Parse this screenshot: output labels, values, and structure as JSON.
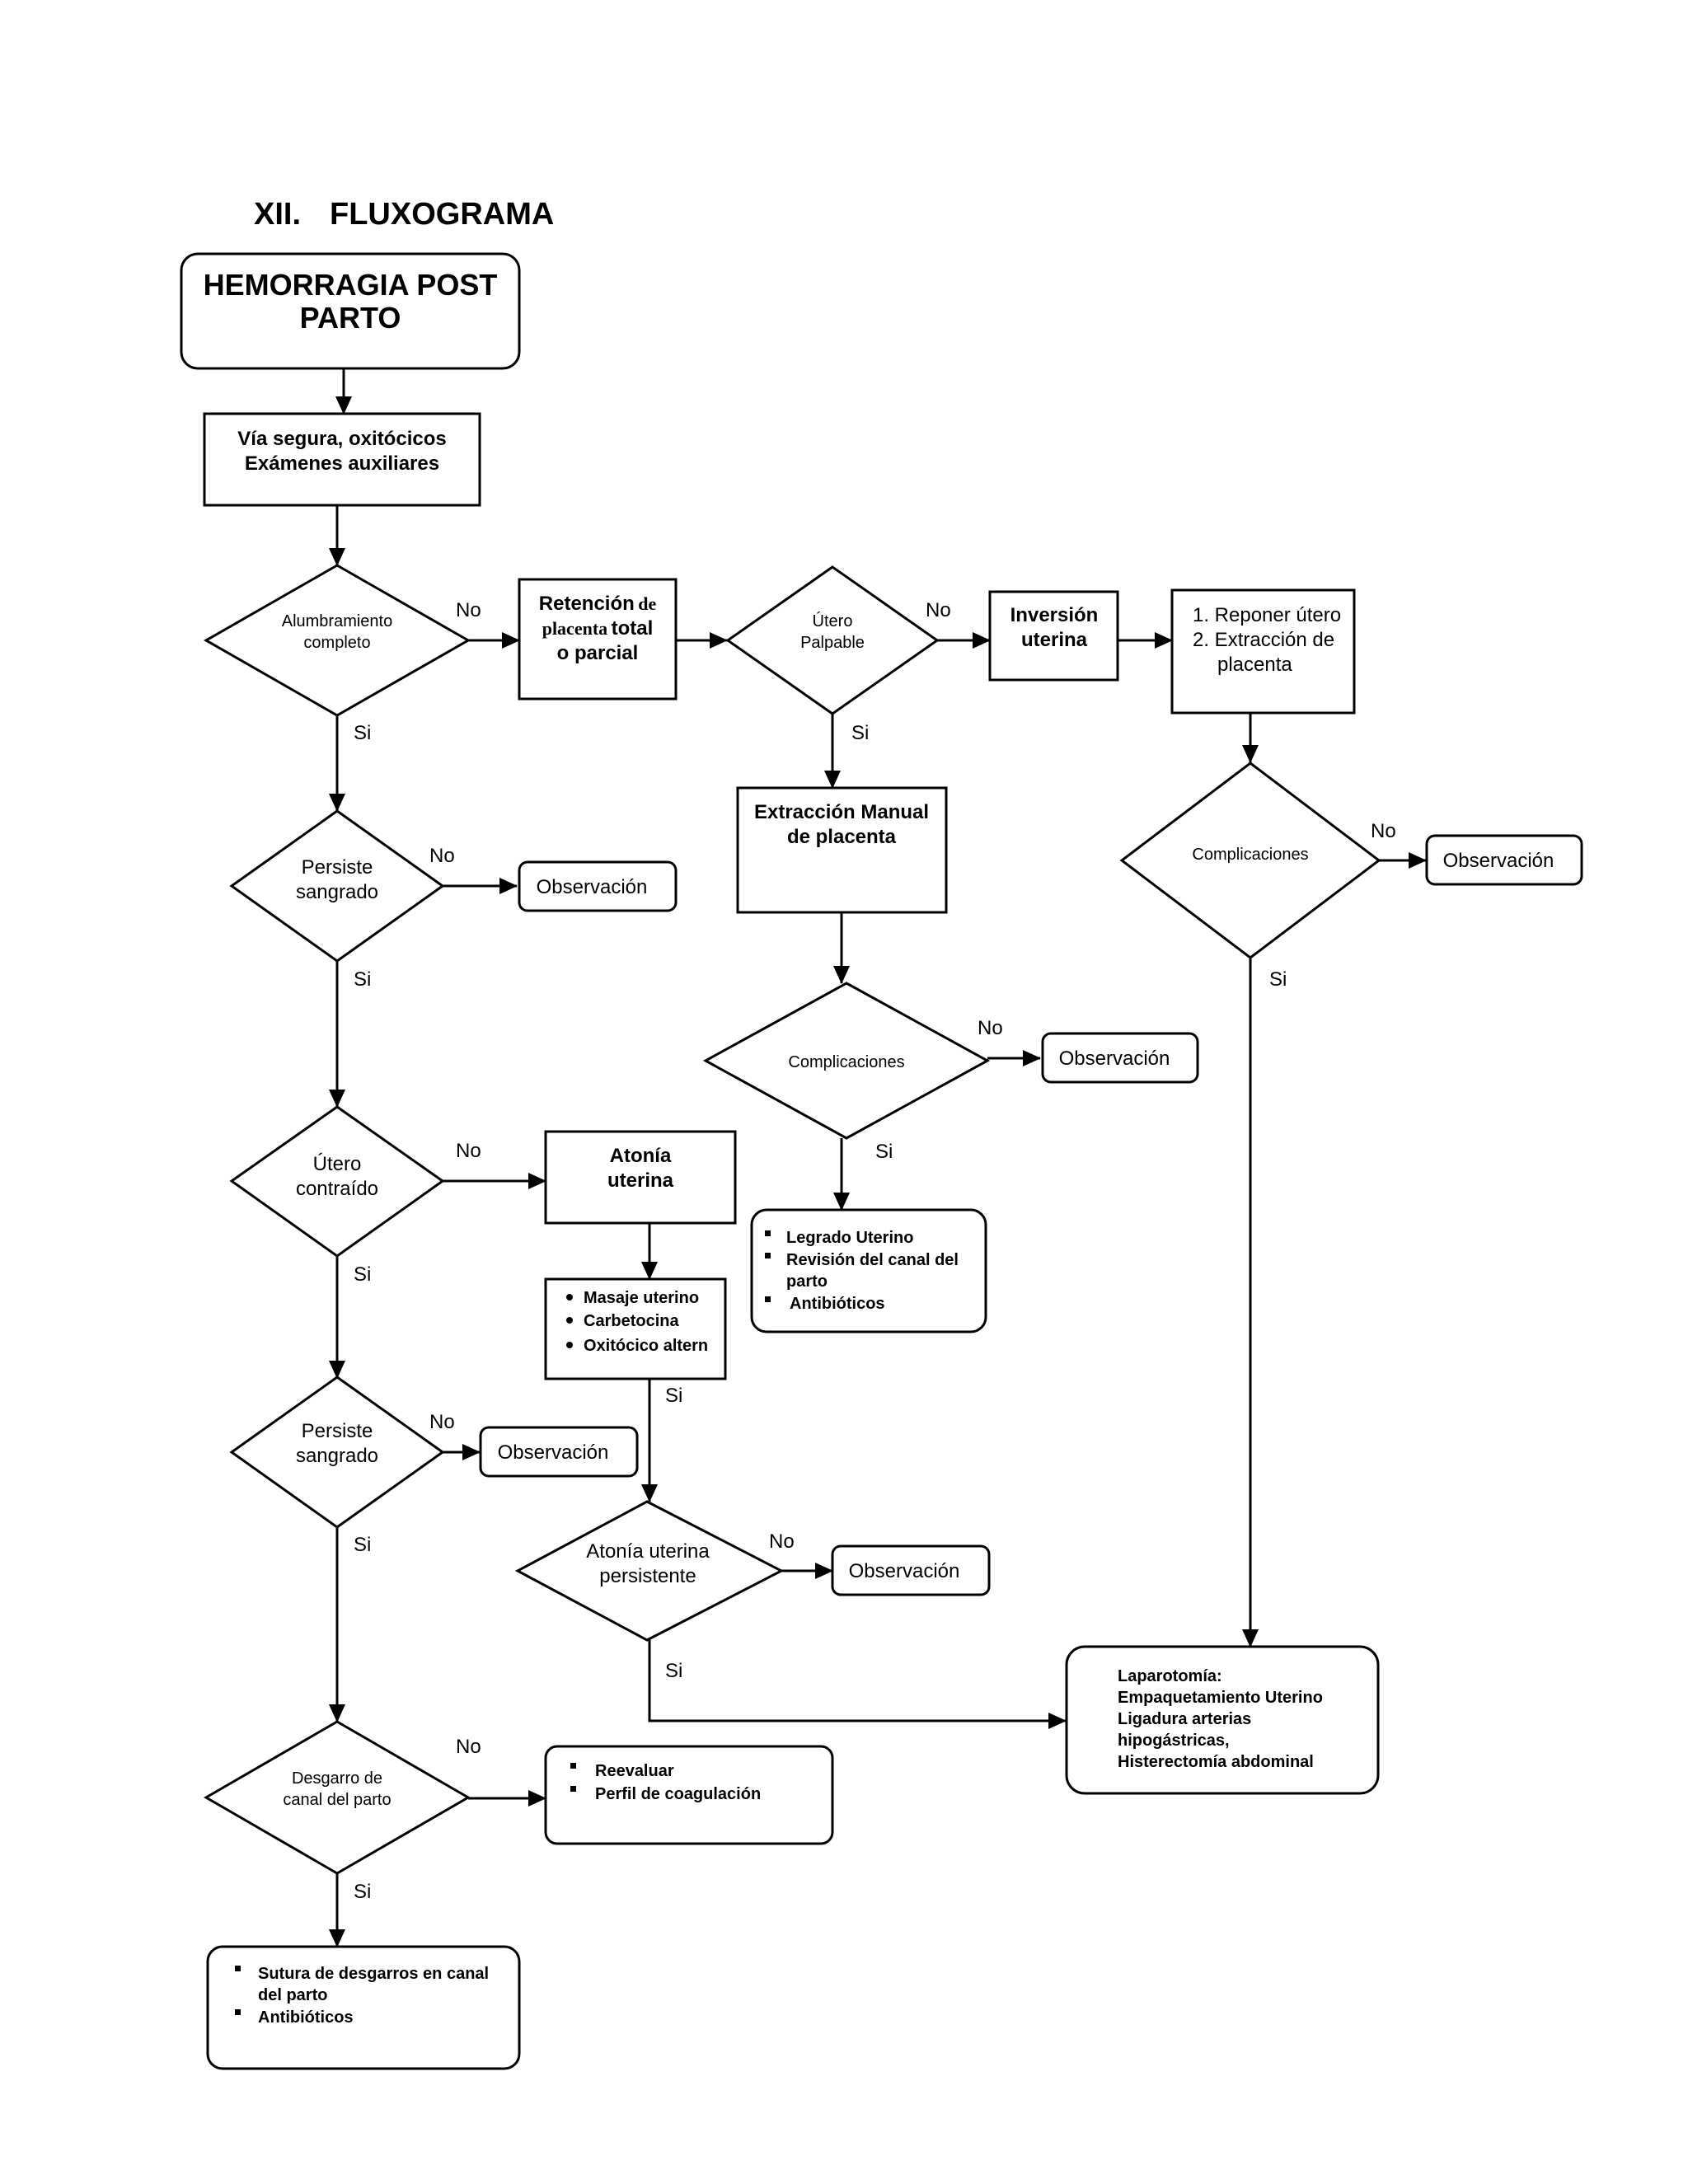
{
  "page": {
    "section_number": "XII.",
    "section_title": "FLUXOGRAMA"
  },
  "nodes": {
    "start": [
      "HEMORRAGIA POST",
      "PARTO"
    ],
    "via_segura": [
      "Vía segura, oxitócicos",
      "Exámenes auxiliares"
    ],
    "alumbramiento": [
      "Alumbramiento",
      "completo"
    ],
    "retencion": {
      "part1": "Retención",
      "part2": "de",
      "part3": "placenta",
      "part4": "total",
      "part5": "o parcial"
    },
    "utero_palpable": [
      "Útero",
      "Palpable"
    ],
    "inversion": [
      "Inversión",
      "uterina"
    ],
    "reponer": [
      "1.  Reponer útero",
      "2.  Extracción de",
      "placenta"
    ],
    "persiste1": [
      "Persiste",
      "sangrado"
    ],
    "observacion1": "Observación",
    "extraccion_manual": [
      "Extracción Manual",
      "de placenta"
    ],
    "complicaciones_right": "Complicaciones",
    "observacion_right": "Observación",
    "complicaciones_mid": "Complicaciones",
    "observacion_mid": "Observación",
    "utero_contraido": [
      "Útero",
      "contraído"
    ],
    "atonia": [
      "Atonía",
      "uterina"
    ],
    "legrado": [
      "Legrado Uterino",
      "Revisión del canal del",
      "parto",
      "Antibióticos"
    ],
    "masaje": [
      "Masaje uterino",
      "Carbetocina",
      "Oxitócico altern"
    ],
    "persiste2": [
      "Persiste",
      "sangrado"
    ],
    "observacion2": "Observación",
    "atonia_persistente": [
      "Atonía uterina",
      "persistente"
    ],
    "observacion3": "Observación",
    "laparotomia": [
      "Laparotomía:",
      "Empaquetamiento Uterino",
      "Ligadura arterias",
      "hipogástricas,",
      "Histerectomía abdominal"
    ],
    "desgarro": [
      "Desgarro de",
      "canal del parto"
    ],
    "reevaluar": [
      "Reevaluar",
      "Perfil de coagulación"
    ],
    "sutura": [
      "Sutura de desgarros en canal",
      "del parto",
      "Antibióticos"
    ]
  },
  "labels": {
    "yes": "Si",
    "no": "No"
  }
}
